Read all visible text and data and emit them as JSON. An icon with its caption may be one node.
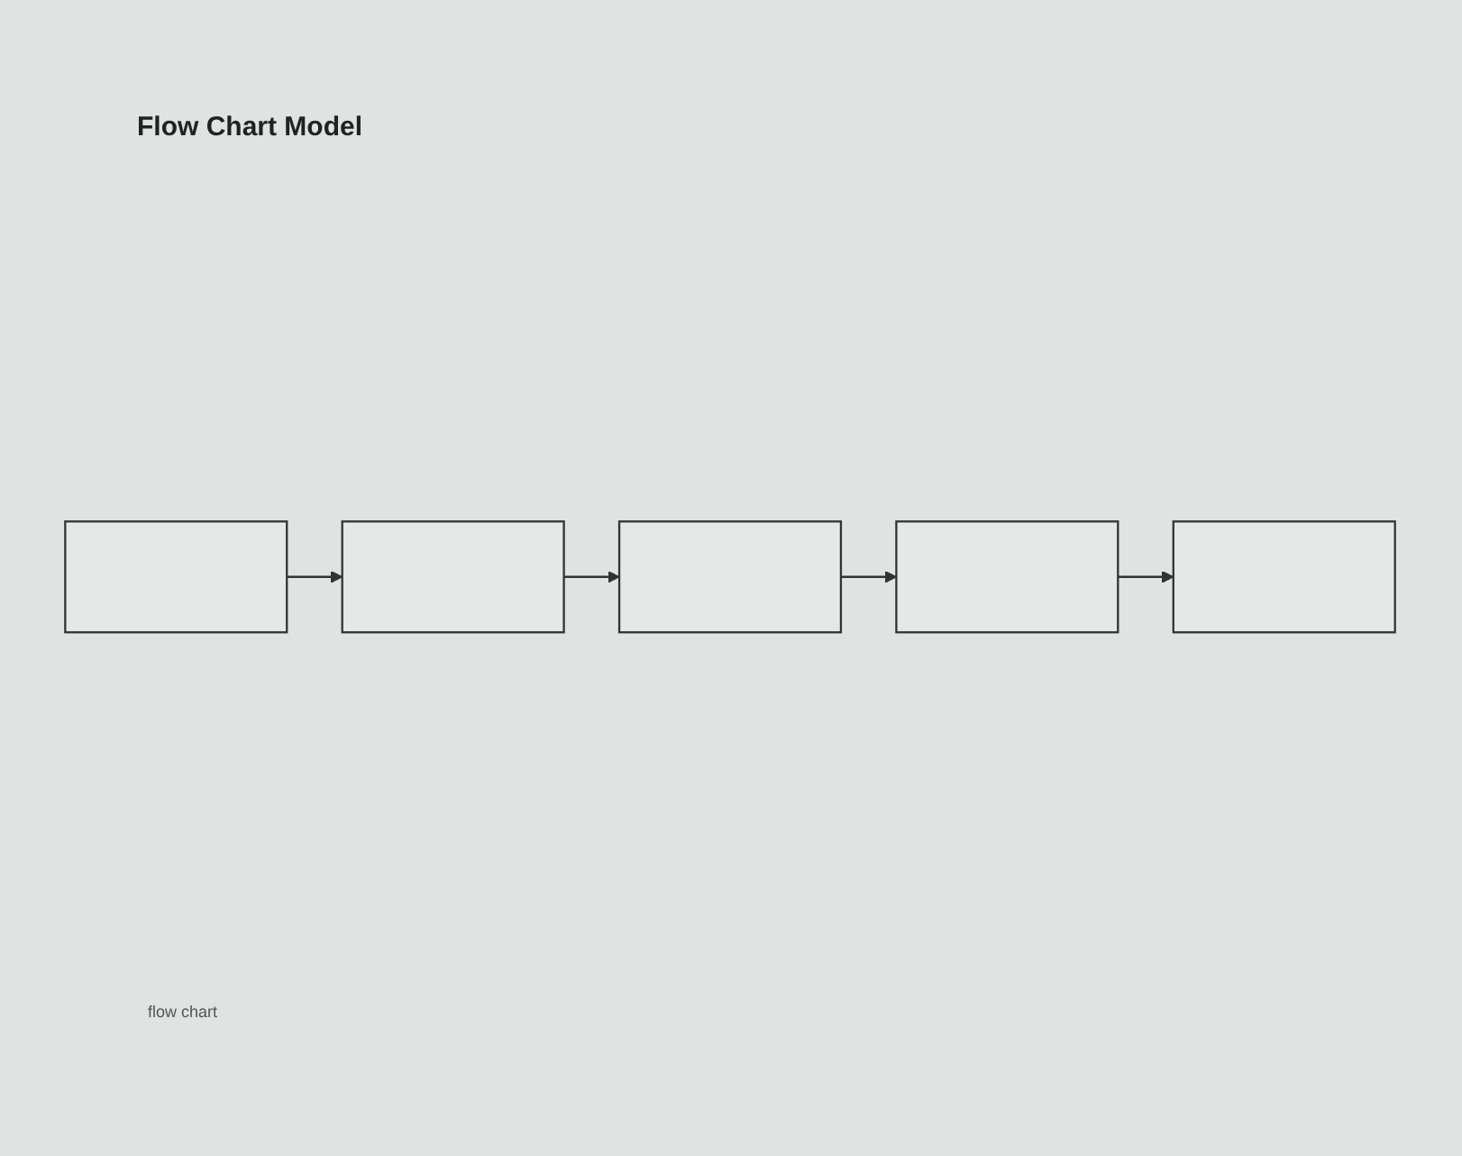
{
  "diagram": {
    "title": "Flow Chart Model",
    "caption": "flow chart",
    "nodes": [
      {
        "text": [],
        "shape": "box"
      },
      {
        "text": [],
        "shape": "box"
      },
      {
        "text": [],
        "shape": "box"
      },
      {
        "text": [],
        "shape": "box"
      },
      {
        "text": [],
        "shape": "box"
      }
    ],
    "edges": [
      {
        "from": 0,
        "to": 1,
        "arrow": "to"
      },
      {
        "from": 1,
        "to": 2,
        "arrow": "to"
      },
      {
        "from": 2,
        "to": 3,
        "arrow": "to"
      },
      {
        "from": 3,
        "to": 4,
        "arrow": "to"
      }
    ]
  }
}
